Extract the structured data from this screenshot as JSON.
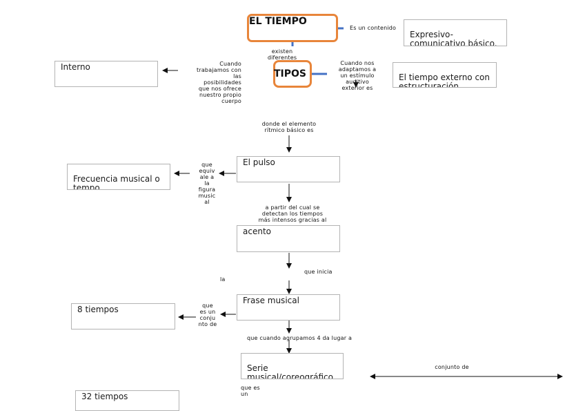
{
  "hubs": {
    "title": "EL TIEMPO",
    "tipos": "TIPOS"
  },
  "nodes": {
    "expresivo": "Expresivo-\ncomunicativo básico.",
    "interno": "Interno",
    "externo": "El tiempo externo con\nestructuración",
    "frecuencia": "Frecuencia musical o\ntempo",
    "pulso": "El pulso",
    "acento": "acento",
    "ocho": "8 tiempos",
    "frase": "Frase musical",
    "serie": "Serie\nmusical/coreográfico",
    "treintados": "32 tiempos"
  },
  "labels": {
    "contenido": "Es un contenido",
    "existen": "existen\ndiferentes",
    "cuando_trabajamos": "Cuando\ntrabajamos con\nlas\nposibilidades\nque nos ofrece\nnuestro propio\ncuerpo",
    "cuando_adaptamos": "Cuando nos\nadaptamos a\nun estímulo\nauditivo\nexterior es",
    "donde": "donde el elemento\nrítmico básico es",
    "equivale": "que\nequiv\nale a\nla\nfigura\nmusic\nal",
    "a_partir": "a partir del cual se\ndetectan los tiempos\nmás intensos gracias al",
    "que_inicia": "que inicia",
    "la": "la",
    "es_un_conjunto": "que\nes un\nconju\nnto de",
    "agrupamos": "que cuando agrupamos 4 da lugar a",
    "conjunto_de": "conjunto de",
    "que_es_un": "que es\nun"
  },
  "colors": {
    "hub_border": "#e8853a",
    "connector_blue": "#4472c4",
    "arrow": "#111111",
    "node_border": "#b3b3b3"
  }
}
